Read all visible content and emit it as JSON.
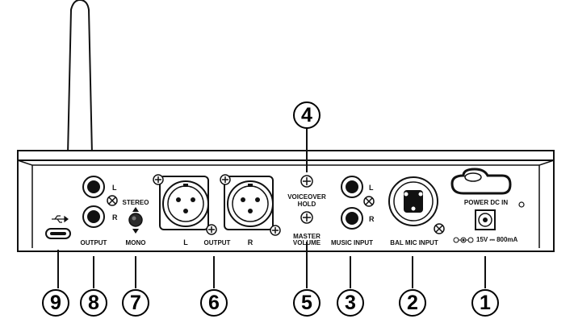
{
  "callouts": [
    "1",
    "2",
    "3",
    "4",
    "5",
    "6",
    "7",
    "8",
    "9"
  ],
  "labels": {
    "headphone_l": "L",
    "headphone_r": "R",
    "output_left": "OUTPUT",
    "stereo": "STEREO",
    "mono": "MONO",
    "xlr_l": "L",
    "xlr_output": "OUTPUT",
    "xlr_r": "R",
    "voiceover": "VOICEOVER",
    "hold": "HOLD",
    "master": "MASTER",
    "volume": "VOLUME",
    "music_l": "L",
    "music_r": "R",
    "music_input": "MUSIC INPUT",
    "bal_mic_input": "BAL MIC INPUT",
    "power_dc_in": "POWER DC IN",
    "power_spec": "15V ⎓ 800mA"
  },
  "icons": [
    "usb-icon",
    "center-positive-polarity-icon",
    "screw-icon",
    "antenna-icon"
  ]
}
